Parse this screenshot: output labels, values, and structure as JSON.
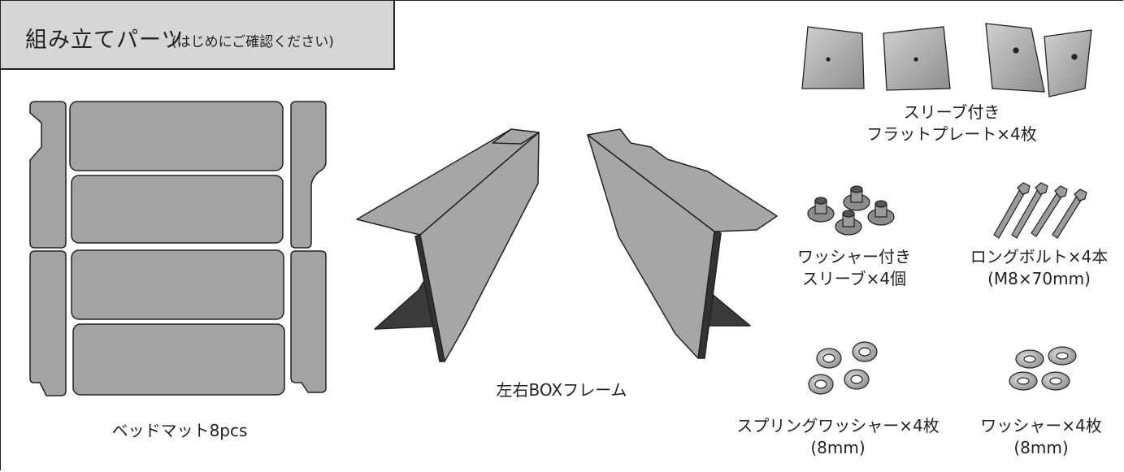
{
  "title": {
    "main": "組み立てパーツ",
    "sub": "(はじめにご確認ください)"
  },
  "parts": {
    "bed_mat": {
      "line1": "ベッドマット8pcs"
    },
    "box_frame": {
      "line1": "左右BOXフレーム"
    },
    "flat_plate": {
      "line1": "スリーブ付き",
      "line2": "フラットプレート×4枚"
    },
    "sleeve": {
      "line1": "ワッシャー付き",
      "line2": "スリーブ×4個"
    },
    "long_bolt": {
      "line1": "ロングボルト×4本",
      "line2": "(M8×70mm)"
    },
    "spring_washer": {
      "line1": "スプリングワッシャー×4枚",
      "line2": "(8mm)"
    },
    "washer": {
      "line1": "ワッシャー×4枚",
      "line2": "(8mm)"
    }
  },
  "colors": {
    "title_bg": "#d6d6d6",
    "part_fill": "#a0a0a0",
    "part_dark": "#3a3a3a",
    "outline": "#222222"
  }
}
